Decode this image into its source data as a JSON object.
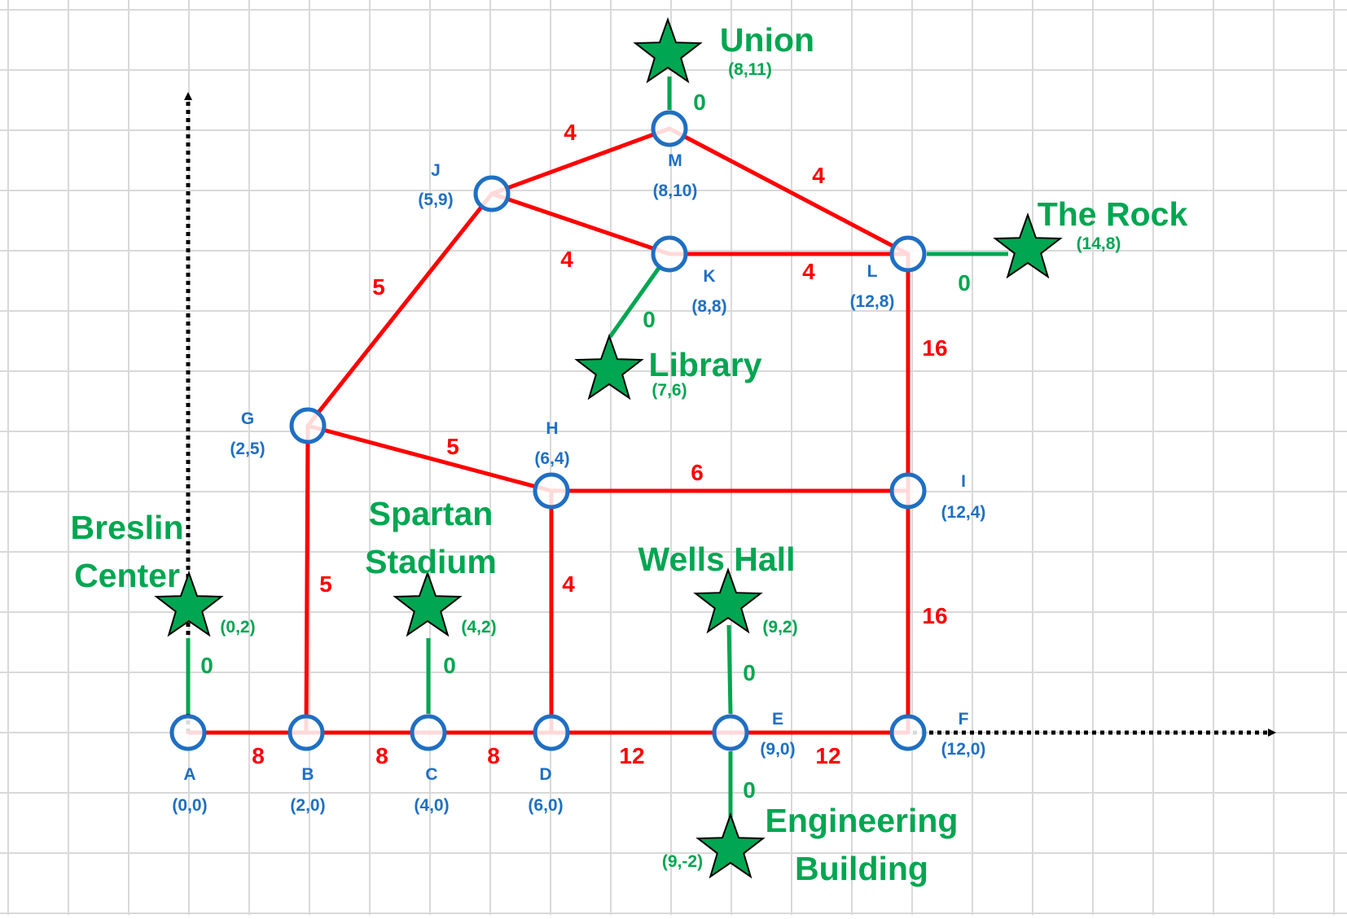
{
  "diagram": {
    "colors": {
      "grid": "#d9d9d9",
      "edge": "#ff0000",
      "connector": "#00a651",
      "node_stroke": "#1f6fc2",
      "star_fill": "#00a651",
      "axis": "#000000"
    },
    "nodes": [
      {
        "id": "A",
        "name": "A",
        "coord": "(0,0)"
      },
      {
        "id": "B",
        "name": "B",
        "coord": "(2,0)"
      },
      {
        "id": "C",
        "name": "C",
        "coord": "(4,0)"
      },
      {
        "id": "D",
        "name": "D",
        "coord": "(6,0)"
      },
      {
        "id": "E",
        "name": "E",
        "coord": "(9,0)"
      },
      {
        "id": "F",
        "name": "F",
        "coord": "(12,0)"
      },
      {
        "id": "G",
        "name": "G",
        "coord": "(2,5)"
      },
      {
        "id": "H",
        "name": "H",
        "coord": "(6,4)"
      },
      {
        "id": "I",
        "name": "I",
        "coord": "(12,4)"
      },
      {
        "id": "J",
        "name": "J",
        "coord": "(5,9)"
      },
      {
        "id": "K",
        "name": "K",
        "coord": "(8,8)"
      },
      {
        "id": "L",
        "name": "L",
        "coord": "(12,8)"
      },
      {
        "id": "M",
        "name": "M",
        "coord": "(8,10)"
      }
    ],
    "edges": [
      {
        "from": "A",
        "to": "B",
        "weight": "8"
      },
      {
        "from": "B",
        "to": "C",
        "weight": "8"
      },
      {
        "from": "C",
        "to": "D",
        "weight": "8"
      },
      {
        "from": "D",
        "to": "E",
        "weight": "12"
      },
      {
        "from": "E",
        "to": "F",
        "weight": "12"
      },
      {
        "from": "B",
        "to": "G",
        "weight": "5"
      },
      {
        "from": "G",
        "to": "J",
        "weight": "5"
      },
      {
        "from": "G",
        "to": "H",
        "weight": "5"
      },
      {
        "from": "D",
        "to": "H",
        "weight": "4"
      },
      {
        "from": "H",
        "to": "I",
        "weight": "6"
      },
      {
        "from": "F",
        "to": "I",
        "weight": "16"
      },
      {
        "from": "I",
        "to": "L",
        "weight": "16"
      },
      {
        "from": "J",
        "to": "M",
        "weight": "4"
      },
      {
        "from": "J",
        "to": "K",
        "weight": "4"
      },
      {
        "from": "M",
        "to": "L",
        "weight": "4"
      },
      {
        "from": "K",
        "to": "L",
        "weight": "4"
      }
    ],
    "places": [
      {
        "id": "breslin",
        "lines": [
          "Breslin",
          "Center"
        ],
        "coord": "(0,2)",
        "node": "A",
        "weight": "0"
      },
      {
        "id": "stadium",
        "lines": [
          "Spartan",
          "Stadium"
        ],
        "coord": "(4,2)",
        "node": "C",
        "weight": "0"
      },
      {
        "id": "wells",
        "lines": [
          "Wells Hall"
        ],
        "coord": "(9,2)",
        "node": "E",
        "weight": "0"
      },
      {
        "id": "engineering",
        "lines": [
          "Engineering",
          "Building"
        ],
        "coord": "(9,-2)",
        "node": "E",
        "weight": "0"
      },
      {
        "id": "library",
        "lines": [
          "Library"
        ],
        "coord": "(7,6)",
        "node": "K",
        "weight": "0"
      },
      {
        "id": "union",
        "lines": [
          "Union"
        ],
        "coord": "(8,11)",
        "node": "M",
        "weight": "0"
      },
      {
        "id": "rock",
        "lines": [
          "The Rock"
        ],
        "coord": "(14,8)",
        "node": "L",
        "weight": "0"
      }
    ]
  }
}
